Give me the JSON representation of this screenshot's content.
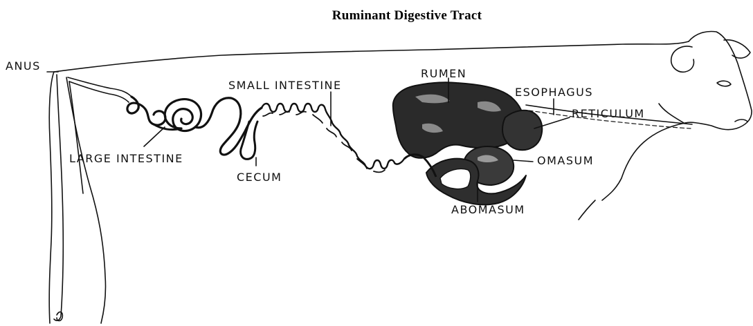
{
  "title": "Ruminant Digestive Tract",
  "labels": {
    "anus": "ANUS",
    "small_intestine": "SMALL INTESTINE",
    "rumen": "RUMEN",
    "esophagus": "ESOPHAGUS",
    "reticulum": "RETICULUM",
    "large_intestine": "LARGE INTESTINE",
    "cecum": "CECUM",
    "omasum": "OMASUM",
    "abomasum": "ABOMASUM"
  }
}
